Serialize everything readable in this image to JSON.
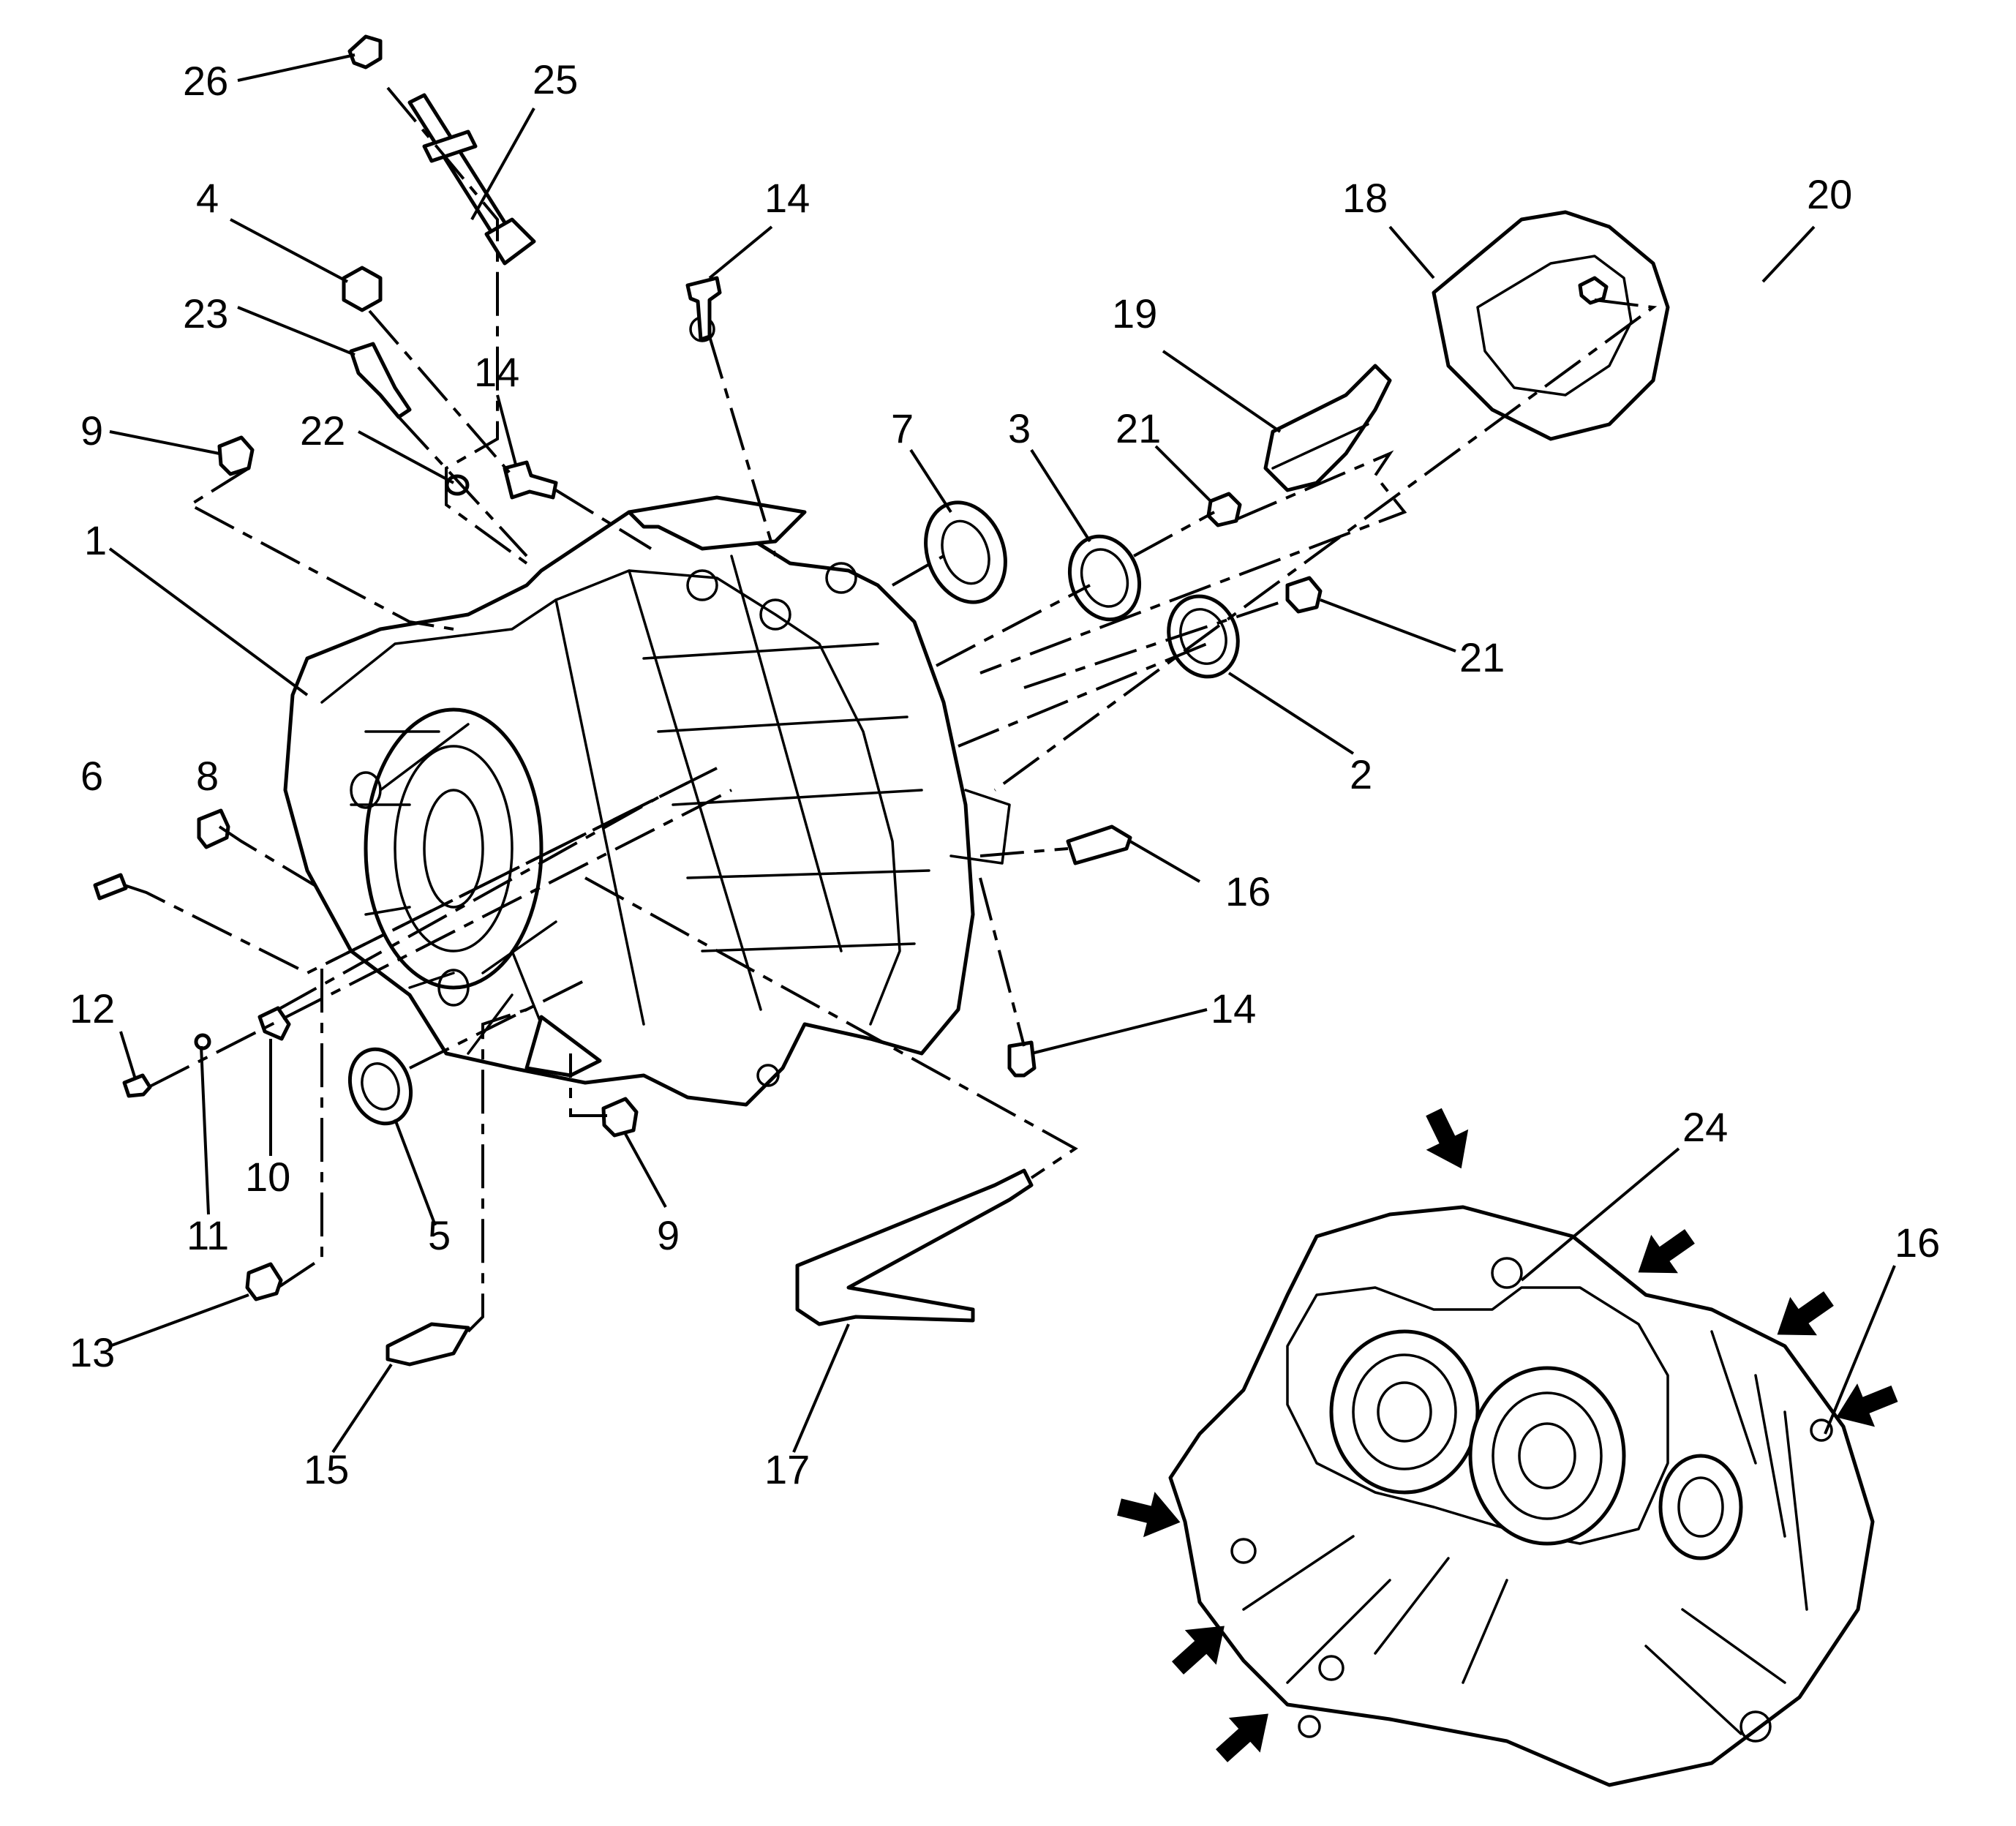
{
  "callouts": [
    {
      "id": "c26",
      "text": "26"
    },
    {
      "id": "c25",
      "text": "25"
    },
    {
      "id": "c4",
      "text": "4"
    },
    {
      "id": "c14a",
      "text": "14"
    },
    {
      "id": "c23",
      "text": "23"
    },
    {
      "id": "c14b",
      "text": "14"
    },
    {
      "id": "c9a",
      "text": "9"
    },
    {
      "id": "c22",
      "text": "22"
    },
    {
      "id": "c1",
      "text": "1"
    },
    {
      "id": "c7",
      "text": "7"
    },
    {
      "id": "c3",
      "text": "3"
    },
    {
      "id": "c21a",
      "text": "21"
    },
    {
      "id": "c19",
      "text": "19"
    },
    {
      "id": "c18",
      "text": "18"
    },
    {
      "id": "c20",
      "text": "20"
    },
    {
      "id": "c21b",
      "text": "21"
    },
    {
      "id": "c2",
      "text": "2"
    },
    {
      "id": "c6",
      "text": "6"
    },
    {
      "id": "c8",
      "text": "8"
    },
    {
      "id": "c16a",
      "text": "16"
    },
    {
      "id": "c14c",
      "text": "14"
    },
    {
      "id": "c12",
      "text": "12"
    },
    {
      "id": "c10",
      "text": "10"
    },
    {
      "id": "c11",
      "text": "11"
    },
    {
      "id": "c5",
      "text": "5"
    },
    {
      "id": "c9b",
      "text": "9"
    },
    {
      "id": "c13",
      "text": "13"
    },
    {
      "id": "c15",
      "text": "15"
    },
    {
      "id": "c17",
      "text": "17"
    },
    {
      "id": "c24",
      "text": "24"
    },
    {
      "id": "c16b",
      "text": "16"
    }
  ],
  "colors": {
    "line": "#000000",
    "background": "#ffffff"
  },
  "icons": [
    "arrow-icon"
  ]
}
